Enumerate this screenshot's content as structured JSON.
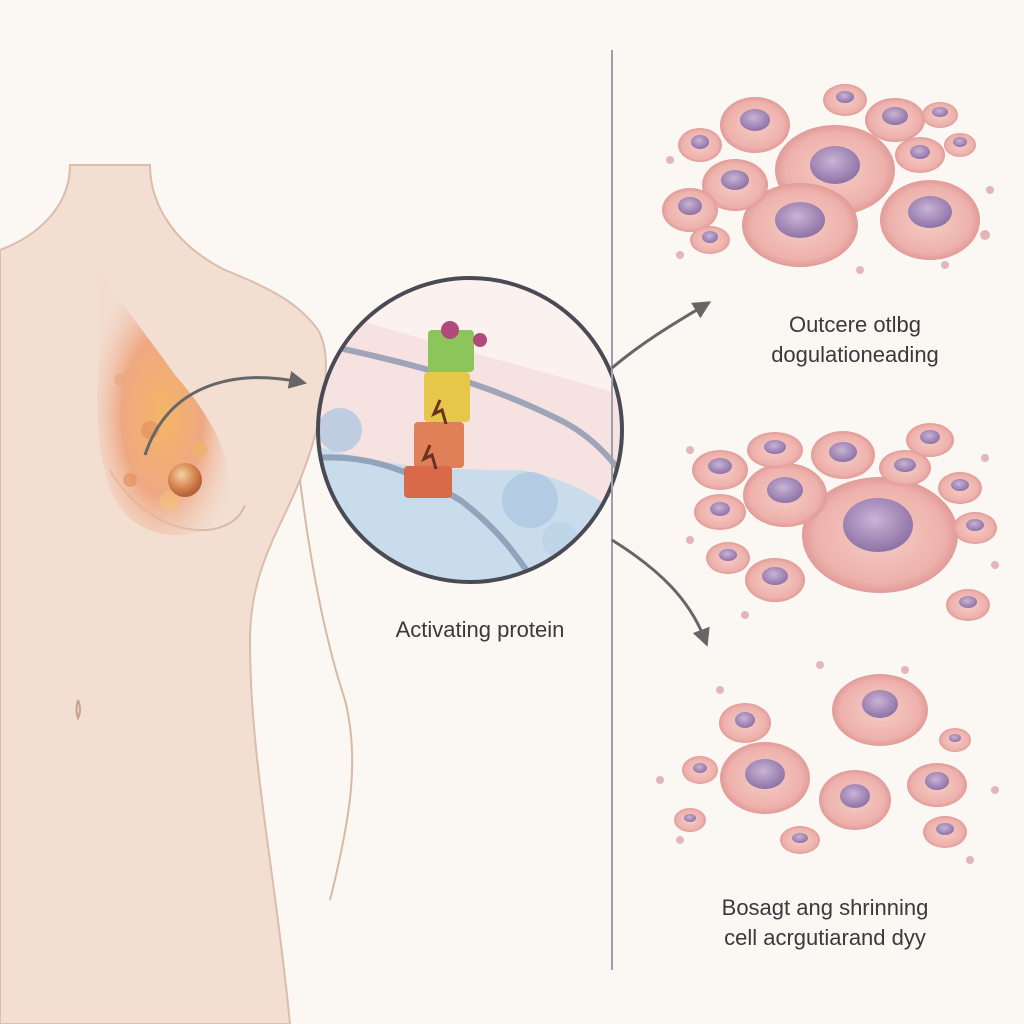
{
  "labels": {
    "protein": "Activating protein",
    "outcome_line1": "Outcere otlbg",
    "outcome_line2": "dogulationeading",
    "shrink_line1": "Bosagt ang shrinning",
    "shrink_line2": "cell acrgutiarand dyy"
  },
  "colors": {
    "background": "#fbf8f4",
    "skin": "#f3dfd2",
    "skin_outline": "#d9b8a6",
    "tumor": "#e9a06a",
    "cell_body": "#eeb4b0",
    "cell_nucleus": "#a98fb8",
    "arrow": "#666666",
    "divider": "#9aa0b0"
  }
}
